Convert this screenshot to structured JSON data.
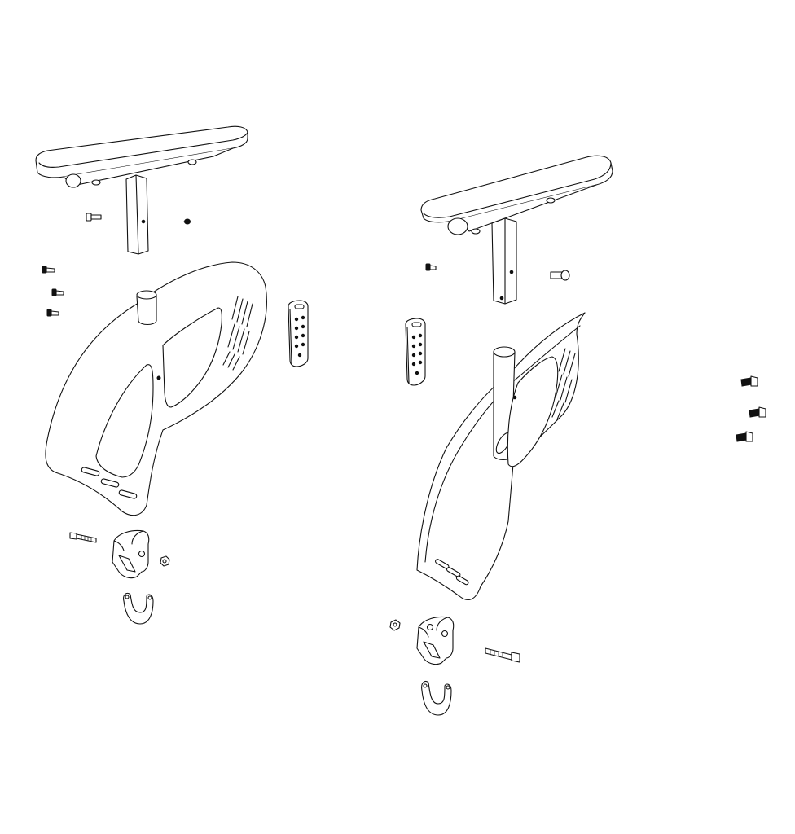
{
  "diagram": {
    "background": "#ffffff",
    "line_color": "#111111",
    "assemblies": [
      {
        "side": "left",
        "parts": [
          "armrest-pad",
          "armrest-post",
          "side-panel",
          "adapter-plate",
          "clamp-bracket",
          "u-clip",
          "hex-bolt",
          "hex-nut",
          "panel-screws",
          "post-screws"
        ]
      },
      {
        "side": "right",
        "parts": [
          "armrest-pad",
          "armrest-post",
          "side-panel",
          "adapter-plate",
          "clamp-bracket",
          "u-clip",
          "hex-bolt",
          "hex-nut",
          "loose-screws",
          "post-screws"
        ]
      }
    ]
  }
}
